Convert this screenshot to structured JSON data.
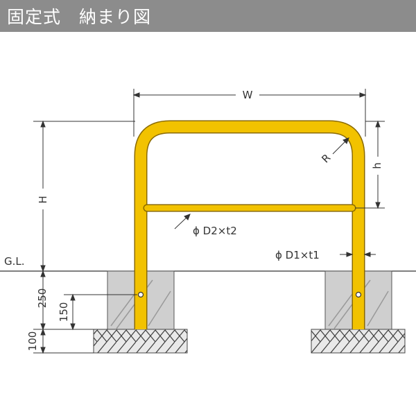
{
  "header": {
    "title": "固定式　納まり図"
  },
  "dimensions": {
    "width": "W",
    "height": "H",
    "bar_height": "h",
    "radius": "R",
    "ground_level": "G.L.",
    "embed_depth": "250",
    "pin_depth": "150",
    "base_depth": "100"
  },
  "pipes": {
    "crossbar": "ϕ D2×t2",
    "main": "ϕ D1×t1"
  },
  "colors": {
    "header_bg": "#8c8c8c",
    "bollard_yellow": "#f2c200",
    "bollard_outline": "#8a6a00",
    "concrete": "#cfcfcf",
    "line": "#333333"
  }
}
